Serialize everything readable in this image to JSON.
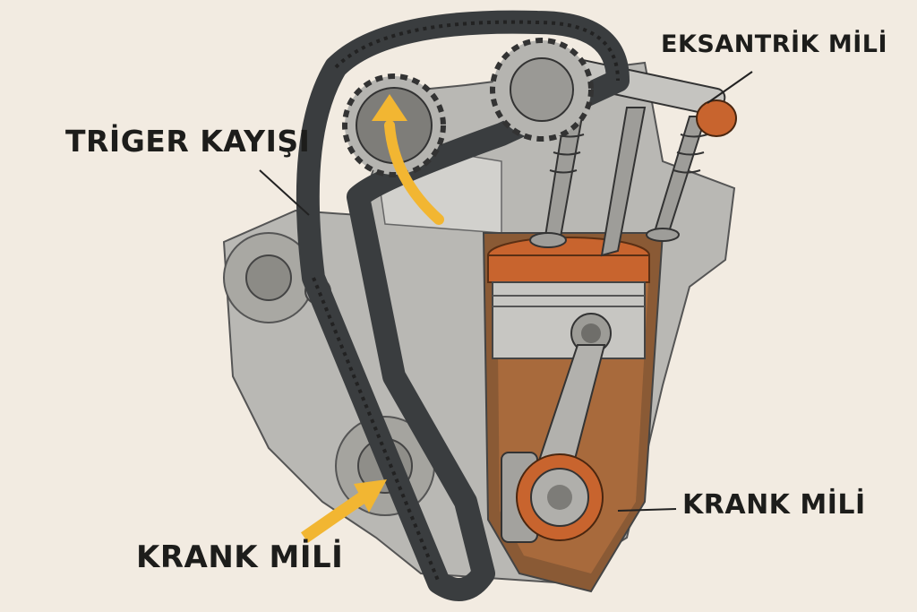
{
  "labels": {
    "camshaft": "EKSANTRİK MİLİ",
    "timing_belt": "TRİGER KAYIŞI",
    "crankshaft_right": "KRANK MİLİ",
    "crankshaft_bottom": "KRANK MİLİ"
  },
  "colors": {
    "background": "#f2ebe1",
    "metal": "#b9b8b4",
    "belt": "#3a3d3f",
    "copper": "#c8642e",
    "arrow": "#f2b632"
  }
}
